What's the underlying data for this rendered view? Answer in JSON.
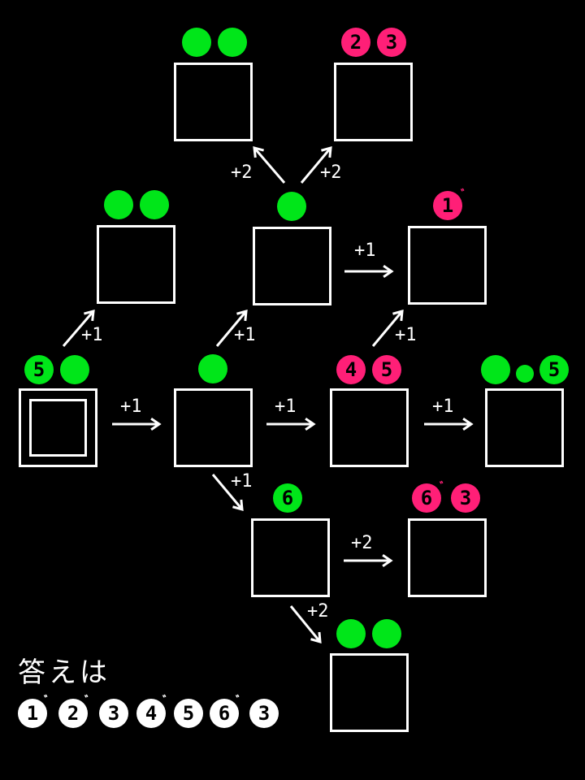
{
  "colors": {
    "green": "#00e619",
    "pink": "#ff1f77",
    "white": "#ffffff"
  },
  "nodes": [
    {
      "id": "top-left",
      "marks": [
        {
          "color": "green",
          "text": ""
        },
        {
          "color": "green",
          "text": ""
        }
      ]
    },
    {
      "id": "top-right",
      "marks": [
        {
          "color": "pink",
          "text": "2"
        },
        {
          "color": "pink",
          "text": "3"
        }
      ]
    },
    {
      "id": "mid-left",
      "marks": [
        {
          "color": "green",
          "text": ""
        },
        {
          "color": "green",
          "text": ""
        }
      ]
    },
    {
      "id": "mid-center",
      "marks": [
        {
          "color": "green",
          "text": ""
        }
      ]
    },
    {
      "id": "mid-right",
      "marks": [
        {
          "color": "pink",
          "text": "1",
          "dakuten": "゛"
        }
      ]
    },
    {
      "id": "start",
      "marks": [
        {
          "color": "green",
          "text": "5"
        },
        {
          "color": "green",
          "text": ""
        }
      ]
    },
    {
      "id": "row3-b",
      "marks": [
        {
          "color": "green",
          "text": ""
        }
      ]
    },
    {
      "id": "row3-c",
      "marks": [
        {
          "color": "pink",
          "text": "4"
        },
        {
          "color": "pink",
          "text": "5"
        }
      ]
    },
    {
      "id": "row3-d",
      "marks": [
        {
          "color": "green",
          "text": ""
        },
        {
          "color": "green",
          "text": "",
          "small": true
        },
        {
          "color": "green",
          "text": "5"
        }
      ]
    },
    {
      "id": "row4-a",
      "marks": [
        {
          "color": "green",
          "text": "6"
        }
      ]
    },
    {
      "id": "row4-b",
      "marks": [
        {
          "color": "pink",
          "text": "6",
          "dakuten": "゛"
        },
        {
          "color": "pink",
          "text": "3"
        }
      ]
    },
    {
      "id": "bottom",
      "marks": [
        {
          "color": "green",
          "text": ""
        },
        {
          "color": "green",
          "text": ""
        }
      ]
    }
  ],
  "arrows": [
    "+2",
    "+2",
    "+1",
    "+1",
    "+1",
    "+1",
    "+1",
    "+1",
    "+1",
    "+1",
    "+2",
    "+2"
  ],
  "answer": {
    "title": "答えは",
    "chars": [
      {
        "text": "1",
        "dakuten": "゛"
      },
      {
        "text": "2",
        "dakuten": "゛"
      },
      {
        "text": "3",
        "dakuten": ""
      },
      {
        "text": "4",
        "dakuten": "゛"
      },
      {
        "text": "5",
        "dakuten": ""
      },
      {
        "text": "6",
        "dakuten": "゛"
      },
      {
        "text": "3",
        "dakuten": ""
      }
    ]
  }
}
